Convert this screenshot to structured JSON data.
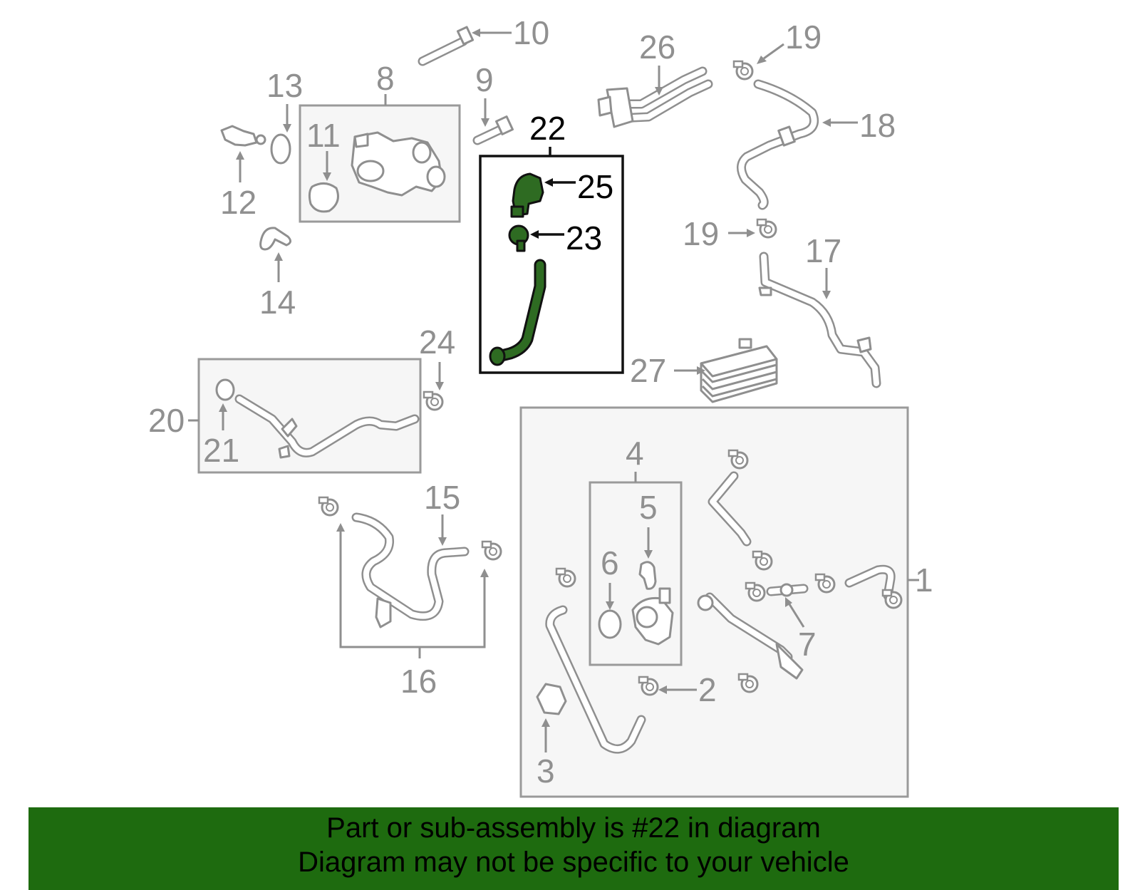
{
  "diagram": {
    "highlight_color": "#2e6b22",
    "labels": {
      "c1": "1",
      "c2": "2",
      "c3": "3",
      "c4": "4",
      "c5": "5",
      "c6": "6",
      "c7": "7",
      "c8": "8",
      "c9": "9",
      "c10": "10",
      "c11": "11",
      "c12": "12",
      "c13": "13",
      "c14": "14",
      "c15": "15",
      "c16": "16",
      "c17": "17",
      "c18": "18",
      "c19a": "19",
      "c19b": "19",
      "c20": "20",
      "c21": "21",
      "c22": "22",
      "c23": "23",
      "c24": "24",
      "c25": "25",
      "c26": "26",
      "c27": "27"
    }
  },
  "banner": {
    "color": "#1e6b0f",
    "line1": "Part or sub-assembly is #22 in diagram",
    "line2": "Diagram may not be specific to your vehicle"
  }
}
